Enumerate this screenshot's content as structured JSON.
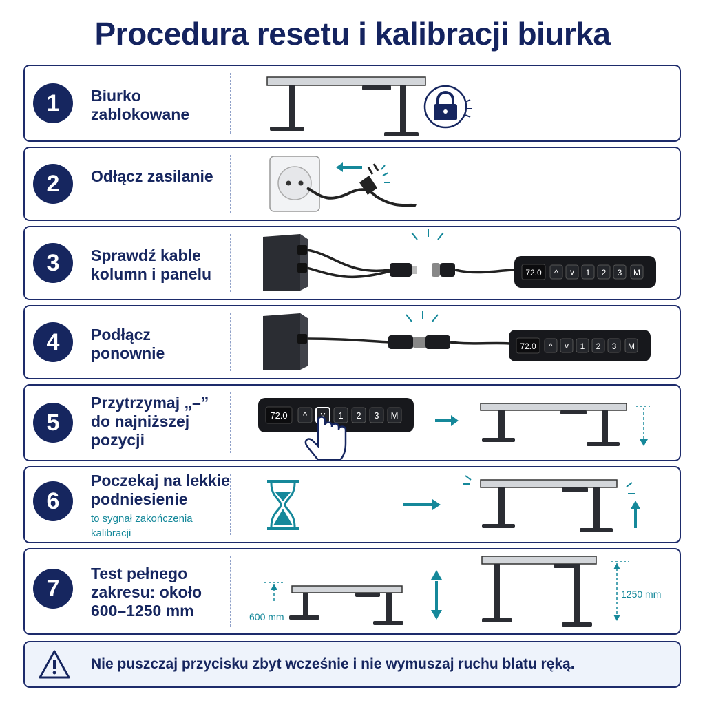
{
  "title": "Procedura resetu i kalibracji biurka",
  "steps": [
    {
      "number": "1",
      "label": "Biurko zablokowane",
      "icons": [
        "desk-icon",
        "lock-icon"
      ]
    },
    {
      "number": "2",
      "label": "Odłącz zasilanie",
      "icons": [
        "wall-socket-icon",
        "plug-icon",
        "arrow-left-icon"
      ]
    },
    {
      "number": "3",
      "label": "Sprawdź kable kolumn i panelu",
      "icons": [
        "control-box-icon",
        "connector-icon",
        "control-panel-icon"
      ]
    },
    {
      "number": "4",
      "label": "Podłącz ponownie",
      "icons": [
        "control-box-icon",
        "connector-icon",
        "control-panel-icon"
      ]
    },
    {
      "number": "5",
      "label": "Przytrzymaj „–” do najniższej pozycji",
      "icons": [
        "control-panel-icon",
        "hand-pointer-icon",
        "arrow-right-icon",
        "desk-icon",
        "arrow-down-icon"
      ]
    },
    {
      "number": "6",
      "label": "Poczekaj na lekkie podniesienie",
      "sub": "to sygnał zakończenia kalibracji",
      "icons": [
        "hourglass-icon",
        "arrow-right-icon",
        "desk-icon",
        "arrow-up-icon"
      ]
    },
    {
      "number": "7",
      "label": "Test pełnego zakresu: około 600–1250 mm",
      "icons": [
        "desk-low-icon",
        "double-arrow-icon",
        "desk-high-icon"
      ]
    }
  ],
  "panel": {
    "display": "72.0",
    "buttons": [
      "^",
      "v",
      "1",
      "2",
      "3",
      "M"
    ]
  },
  "range": {
    "min_label": "600 mm",
    "max_label": "1250 mm"
  },
  "warning": {
    "text": "Nie puszczaj przycisku zbyt wcześnie i nie wymuszaj ruchu blatu ręką.",
    "icon": "warning-triangle-icon"
  },
  "colors": {
    "navy": "#16265f",
    "teal": "#15889a",
    "desk_top": "#c9ccd1",
    "dark": "#2b2d33"
  }
}
